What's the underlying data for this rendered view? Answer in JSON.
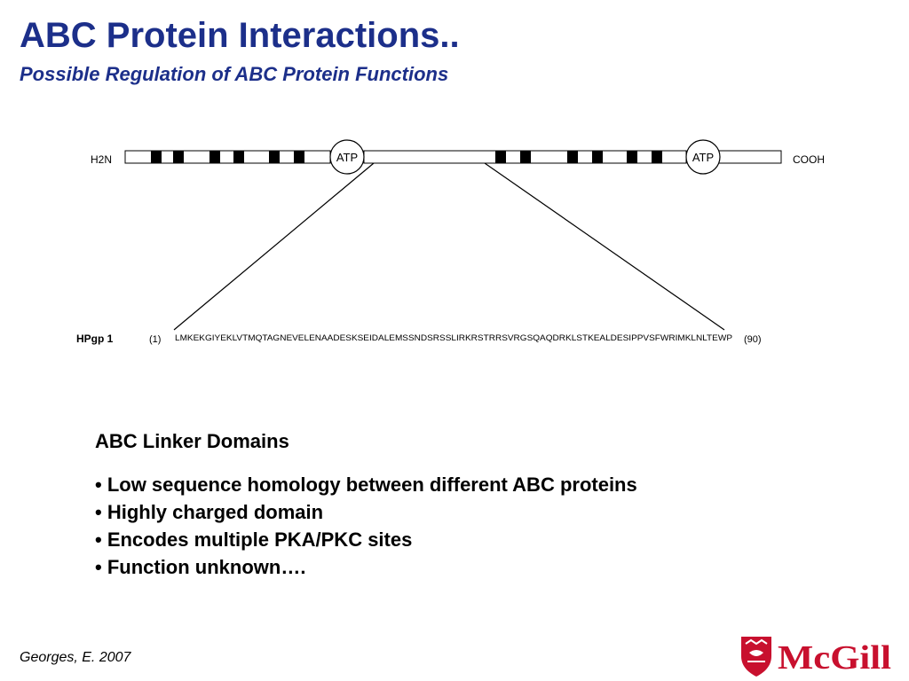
{
  "title": "ABC Protein Interactions..",
  "subtitle": "Possible Regulation of ABC Protein Functions",
  "diagram": {
    "n_terminus": "H2N",
    "c_terminus": "COOH",
    "atp_labels": [
      "ATP",
      "ATP"
    ],
    "linker_name": "HPgp 1",
    "linker_start": "(1)",
    "linker_end": "(90)",
    "linker_sequence": "LMKEKGIYEKLVTMQTAGNEVELENAADESKSEIDALEMSSNDSRSSLIRKRSTRRSVRGSQAQDRKLSTKEALDESIPPVSFWRIMKLNLTEWP"
  },
  "linker_heading": "ABC Linker Domains",
  "bullets": [
    "• Low sequence homology between different ABC proteins",
    "• Highly charged domain",
    "• Encodes multiple PKA/PKC sites",
    "• Function unknown…."
  ],
  "footer": {
    "citation": "Georges, E. 2007",
    "logo_text": "McGill"
  },
  "colors": {
    "title": "#1c2f8a",
    "logo_red": "#c8102e"
  }
}
